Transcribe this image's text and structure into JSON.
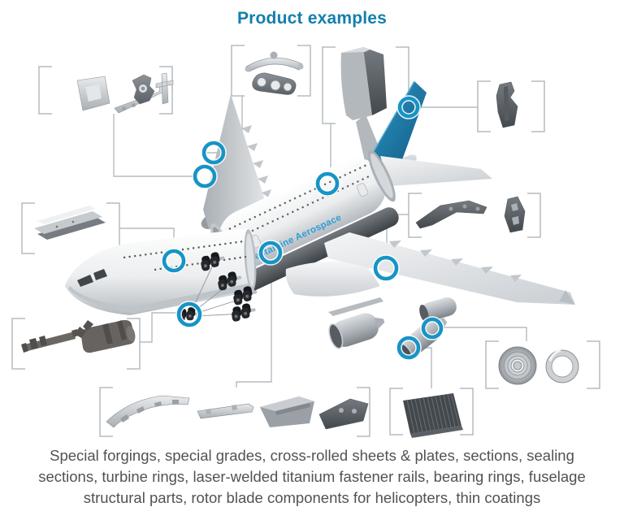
{
  "title": "Product examples",
  "caption_lines": [
    "Special forgings, special grades, cross-rolled sheets & plates, sections, sealing",
    "sections, turbine rings, laser-welded titanium fastener rails, bearing rings, fuselage",
    "structural parts, rotor blade components for helicopters, thin coatings"
  ],
  "airplane": {
    "fuselage_label": "voestalpine Aerospace"
  },
  "colors": {
    "accent_blue": "#1794c6",
    "fin_blue": "#1b7cb0",
    "title_blue": "#127fae",
    "frame_gray": "#b5bbc1",
    "caption_gray": "#515254"
  },
  "markers": [
    "marker-left-wing-upper",
    "marker-left-wing-lower",
    "marker-fuselage",
    "marker-tail-fin",
    "marker-nose",
    "marker-landing-gear",
    "marker-belly-fairing",
    "marker-right-wing",
    "marker-engine-upper",
    "marker-engine-lower"
  ],
  "part_groups": [
    "small-forgings-group",
    "linkage-forgings-group",
    "formed-sheet-part",
    "structural-forging",
    "wing-bracket-forgings-group",
    "extruded-section-rail",
    "rotor-shaft-components-group",
    "fuselage-structural-parts-group",
    "sealing-section-part",
    "turbine-disc-and-bearing-ring-group"
  ]
}
